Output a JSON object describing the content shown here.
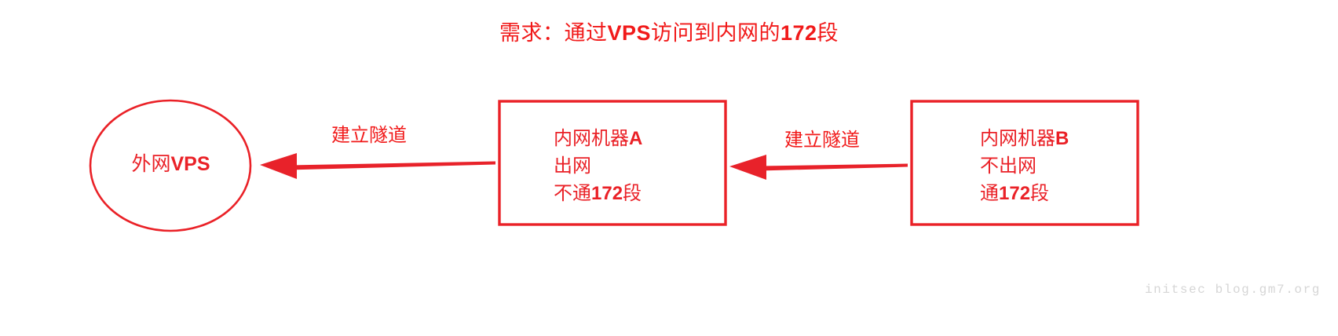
{
  "diagram": {
    "title_prefix": "需求：通过",
    "title_bold1": "VPS",
    "title_mid": "访问到内网的",
    "title_bold2": "172",
    "title_suffix": "段",
    "title_full": "需求：通过VPS访问到内网的172段",
    "accent_color": "#EA2127",
    "title_color": "#F11A1A",
    "background_color": "#FFFFFF",
    "watermark": "initsec blog.gm7.org",
    "watermark_color": "#D6D6D6"
  },
  "nodes": {
    "vps": {
      "shape": "ellipse",
      "label": "外网VPS",
      "label_plain": "外网",
      "label_bold": "VPS"
    },
    "machine_a": {
      "shape": "rectangle",
      "line1_plain": "内网机器",
      "line1_bold": "A",
      "line2": "出网",
      "line3_plain_pre": "不通",
      "line3_bold": "172",
      "line3_plain_post": "段",
      "full": "内网机器A\n出网\n不通172段"
    },
    "machine_b": {
      "shape": "rectangle",
      "line1_plain": "内网机器",
      "line1_bold": "B",
      "line2": "不出网",
      "line3_plain_pre": "通",
      "line3_bold": "172",
      "line3_plain_post": "段",
      "full": "内网机器B\n不出网\n通172段"
    }
  },
  "edges": [
    {
      "id": "edge-a-to-vps",
      "label": "建立隧道",
      "from": "machine_a",
      "to": "vps",
      "direction": "left"
    },
    {
      "id": "edge-b-to-a",
      "label": "建立隧道",
      "from": "machine_b",
      "to": "machine_a",
      "direction": "left"
    }
  ]
}
